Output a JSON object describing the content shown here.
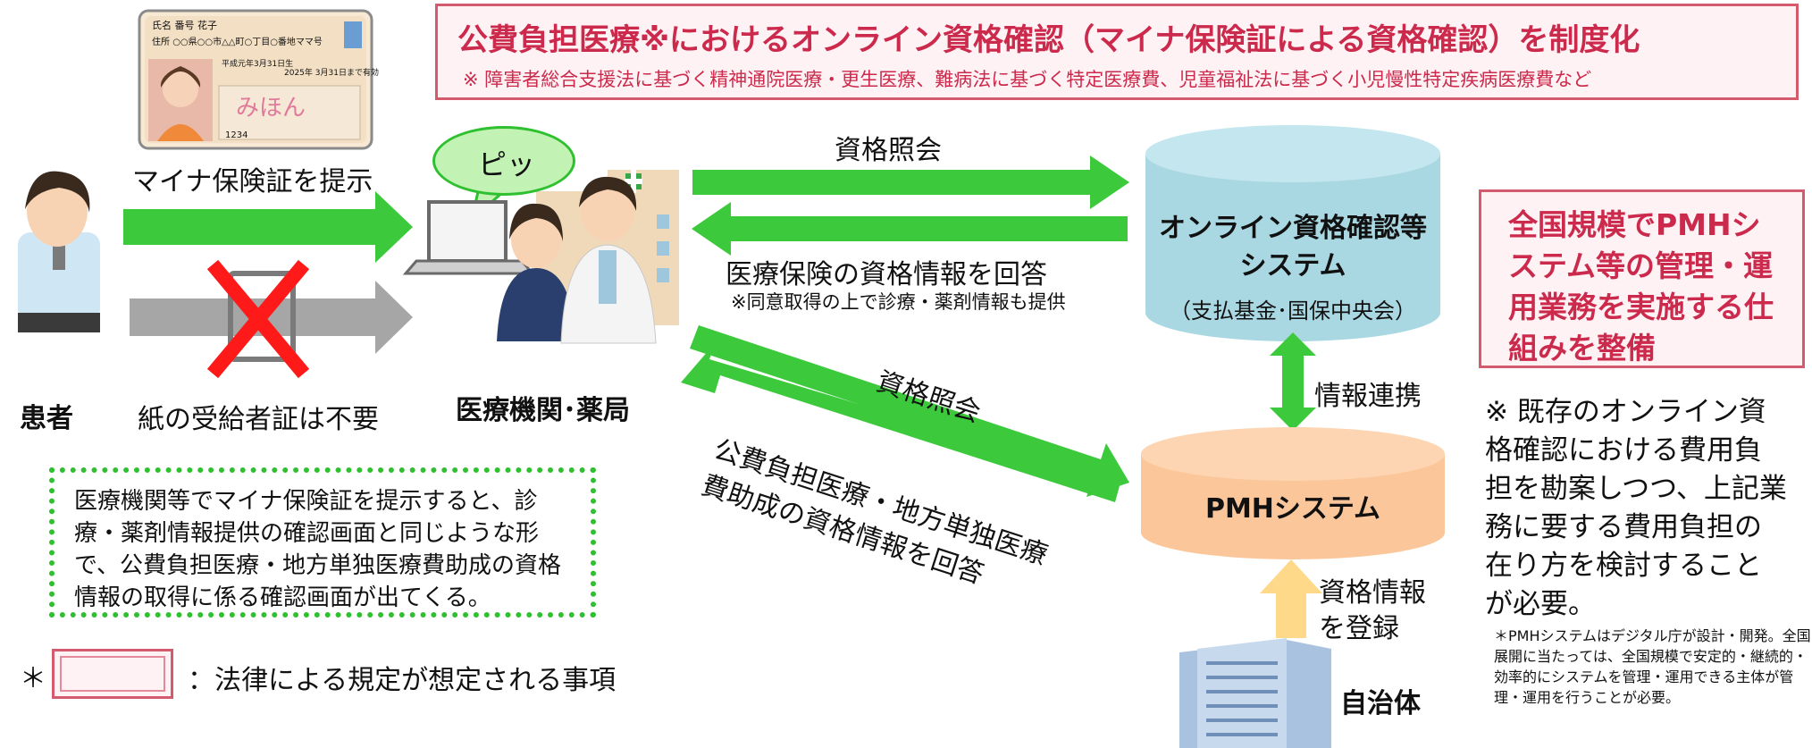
{
  "title": {
    "main": "公費負担医療※におけるオンライン資格確認（マイナ保険証による資格確認）を制度化",
    "note": "※ 障害者総合支援法に基づく精神通院医療・更生医療、難病法に基づく特定医療費、児童福祉法に基づく小児慢性特定疾病医療費など"
  },
  "card": {
    "name_label": "氏名",
    "name": "番号 花子",
    "address_label": "住所",
    "address": "○○県○○市△△町○丁目○番地ママ号",
    "birth": "平成元年3月31日生",
    "expiry": "2025年 3月31日まで有効",
    "signature": "みほん",
    "number": "1234"
  },
  "labels": {
    "present_card": "マイナ保険証を提示",
    "patient": "患者",
    "paper_not_needed": "紙の受給者証は不要",
    "institution": "医療機関･薬局",
    "beep": "ピッ",
    "query_top": "資格照会",
    "answer_top": "医療保険の資格情報を回答",
    "answer_top_note": "※同意取得の上で診療・薬剤情報も提供",
    "query_diag": "資格照会",
    "answer_diag_1": "公費負担医療・地方単独医療",
    "answer_diag_2": "費助成の資格情報を回答",
    "info_link": "情報連携",
    "register_1": "資格情報",
    "register_2": "を登録",
    "municipality": "自治体",
    "legend_star": "＊",
    "legend_text": "：法律による規定が想定される事項"
  },
  "systems": {
    "online_1": "オンライン資格確認等",
    "online_2": "システム",
    "online_sub": "（支払基金･国保中央会）",
    "pmh": "PMHシステム"
  },
  "dotted_note": "医療機関等でマイナ保険証を提示すると、診療・薬剤情報提供の確認画面と同じような形で、公費負担医療・地方単独医療費助成の資格情報の取得に係る確認画面が出てくる。",
  "right_box": "全国規模でPMHシステム等の管理・運用業務を実施する仕組みを整備",
  "right_note": "※ 既存のオンライン資格確認における費用負担を勘案しつつ、上記業務に要する費用負担の在り方を検討することが必要。",
  "right_footnote": "＊PMHシステムはデジタル庁が設計・開発。全国展開に当たっては、全国規模で安定的・継続的・効率的にシステムを管理・運用できる主体が管理・運用を行うことが必要。",
  "colors": {
    "green_arrow": "#3cc93c",
    "gray_arrow": "#a6a6a6",
    "red_x": "#ff1a1a",
    "title_red": "#cc2a4c",
    "cyl_blue": "#a9d8e3",
    "cyl_orange": "#fbc79a",
    "yellow_arrow": "#ffd98a"
  }
}
